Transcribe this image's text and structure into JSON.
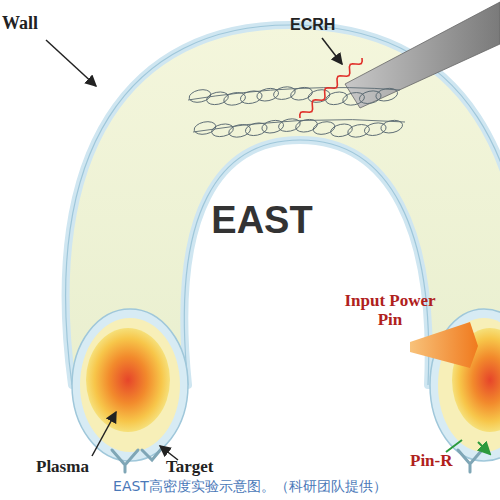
{
  "diagram": {
    "caption": "EAST高密度实验示意图。（科研团队提供）",
    "labels": [
      "Wall",
      "ECRH",
      "EAST",
      "Input Power Pin",
      "Plasma",
      "Target",
      "Pin-R"
    ]
  }
}
